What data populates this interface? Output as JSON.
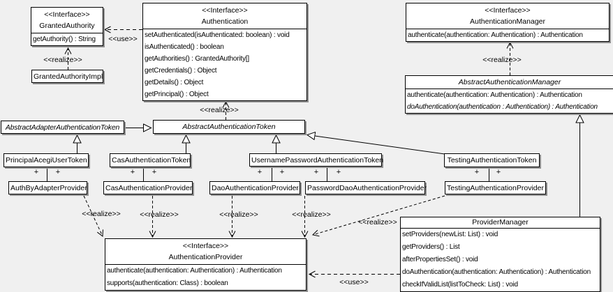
{
  "colors": {
    "bg": "#f0f0f0",
    "boxfill": "#ffffff",
    "line": "#000000",
    "shadow": "#909090"
  },
  "edge": {
    "realize": "<<realize>>",
    "use": "<<use>>",
    "plus": "+"
  },
  "classes": {
    "granted_authority": {
      "stereotype": "<<Interface>>",
      "name": "GrantedAuthority",
      "methods": [
        "getAuthority() : String"
      ]
    },
    "granted_authority_impl": {
      "name": "GrantedAuthorityImpl"
    },
    "authentication": {
      "stereotype": "<<Interface>>",
      "name": "Authentication",
      "methods": [
        "setAuthenticated(isAuthenticated: boolean) : void",
        "isAuthenticated() : boolean",
        "getAuthorities() : GrantedAuthority[]",
        "getCredentials() : Object",
        "getDetails() : Object",
        "getPrincipal() : Object"
      ]
    },
    "authentication_manager": {
      "stereotype": "<<Interface>>",
      "name": "AuthenticationManager",
      "methods": [
        "authenticate(authentication: Authentication) : Authentication"
      ]
    },
    "abstract_authentication_manager": {
      "name": "AbstractAuthenticationManager",
      "methods": [
        "authenticate(authentication: Authentication) : Authentication",
        "doAuthentication(authentication : Authentication) : Authentication"
      ]
    },
    "abstract_adapter_authentication_token": {
      "name": "AbstractAdapterAuthenticationToken"
    },
    "abstract_authentication_token": {
      "name": "AbstractAuthenticationToken"
    },
    "principal_acegi_user_token": {
      "name": "PrincipalAcegiUserToken"
    },
    "cas_authentication_token": {
      "name": "CasAuthenticationToken"
    },
    "username_password_authentication_token": {
      "name": "UsernamePasswordAuthenticationToken"
    },
    "testing_authentication_token": {
      "name": "TestingAuthenticationToken"
    },
    "auth_by_adapter_provider": {
      "name": "AuthByAdapterProvider"
    },
    "cas_authentication_provider": {
      "name": "CasAuthenticationProvider"
    },
    "dao_authentication_provider": {
      "name": "DaoAuthenticationProvider"
    },
    "password_dao_authentication_provider": {
      "name": "PasswordDaoAuthenticationProvider"
    },
    "testing_authentication_provider": {
      "name": "TestingAuthenticationProvider"
    },
    "authentication_provider": {
      "stereotype": "<<Interface>>",
      "name": "AuthenticationProvider",
      "methods": [
        "authenticate(authentication: Authentication) : Authentication",
        "supports(authentication: Class) : boolean"
      ]
    },
    "provider_manager": {
      "name": "ProviderManager",
      "methods": [
        "setProviders(newList: List) : void",
        "getProviders() : List",
        "afterPropertiesSet() : void",
        "doAuthentication(authentication: Authentication) : Authentication",
        "checkIfValidList(listToCheck: List) : void"
      ]
    }
  }
}
